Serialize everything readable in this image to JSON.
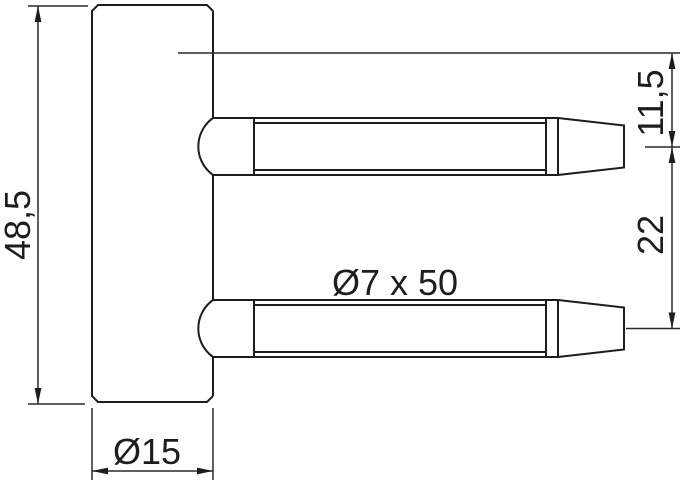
{
  "drawing": {
    "type": "technical-dimension-drawing",
    "background": "#ffffff",
    "line_color": "#1d1d1d",
    "labels": {
      "overall_height": "48,5",
      "barrel_diameter": "Ø15",
      "pin_size": "Ø7 x 50",
      "top_pin_offset": "11,5",
      "pin_spacing": "22"
    }
  }
}
